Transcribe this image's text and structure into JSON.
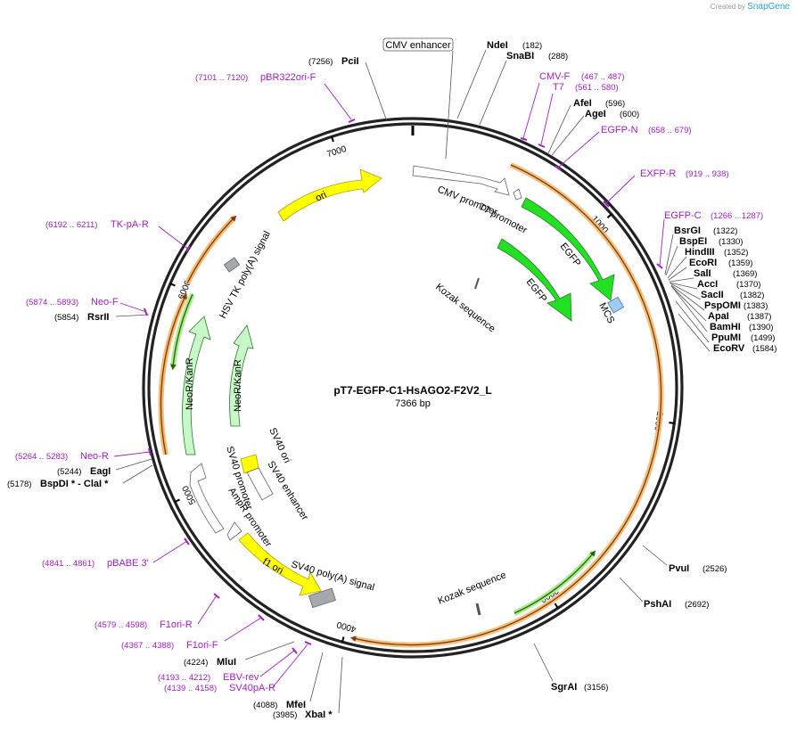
{
  "brand": {
    "prefix": "Created by",
    "name": "SnapGene"
  },
  "plasmid": {
    "name": "pT7-EGFP-C1-HsAGO2-F2V2_L",
    "size": "7366 bp"
  },
  "ticks": [
    "1000",
    "2000",
    "3000",
    "4000",
    "5000",
    "6000",
    "7000"
  ],
  "enzymes_top": [
    {
      "name": "PciI",
      "pos": "(7256)"
    },
    {
      "name": "NdeI",
      "pos": "(182)"
    },
    {
      "name": "SnaBI",
      "pos": "(288)"
    },
    {
      "name": "AfeI",
      "pos": "(596)"
    },
    {
      "name": "AgeI",
      "pos": "(600)"
    }
  ],
  "enzymes_right": [
    {
      "name": "BsrGI",
      "pos": "(1322)"
    },
    {
      "name": "BspEI",
      "pos": "(1330)"
    },
    {
      "name": "HindIII",
      "pos": "(1352)"
    },
    {
      "name": "EcoRI",
      "pos": "(1359)"
    },
    {
      "name": "SalI",
      "pos": "(1369)"
    },
    {
      "name": "AccI",
      "pos": "(1370)"
    },
    {
      "name": "SacII",
      "pos": "(1382)"
    },
    {
      "name": "PspOMI",
      "pos": "(1383)"
    },
    {
      "name": "ApaI",
      "pos": "(1387)"
    },
    {
      "name": "BamHI",
      "pos": "(1390)"
    },
    {
      "name": "PpuMI",
      "pos": "(1499)"
    },
    {
      "name": "EcoRV",
      "pos": "(1584)"
    }
  ],
  "enzymes_lower": [
    {
      "name": "PvuI",
      "pos": "(2526)"
    },
    {
      "name": "PshAI",
      "pos": "(2692)"
    },
    {
      "name": "SgrAI",
      "pos": "(3156)"
    },
    {
      "name": "MluI",
      "pos": "(4224)"
    },
    {
      "name": "MfeI",
      "pos": "(4088)"
    },
    {
      "name": "XbaI *",
      "pos": "(3985)"
    }
  ],
  "enzymes_left": [
    {
      "name": "RsrII",
      "pos": "(5854)"
    },
    {
      "name": "EagI",
      "pos": "(5244)"
    },
    {
      "name": "BspDI * - ClaI *",
      "pos": "(5178)"
    }
  ],
  "primers": [
    {
      "name": "pBR322ori-F",
      "pos": "(7101 .. 7120)"
    },
    {
      "name": "CMV-F",
      "pos": "(467 .. 487)"
    },
    {
      "name": "T7",
      "pos": "(561 .. 580)"
    },
    {
      "name": "EGFP-N",
      "pos": "(658 .. 679)"
    },
    {
      "name": "EXFP-R",
      "pos": "(919 .. 938)"
    },
    {
      "name": "EGFP-C",
      "pos": "(1266 .. 1287)"
    },
    {
      "name": "TK-pA-R",
      "pos": "(6192 .. 6211)"
    },
    {
      "name": "Neo-F",
      "pos": "(5874 .. 5893)"
    },
    {
      "name": "Neo-R",
      "pos": "(5264 .. 5283)"
    },
    {
      "name": "pBABE 3'",
      "pos": "(4841 .. 4861)"
    },
    {
      "name": "F1ori-R",
      "pos": "(4579 .. 4598)"
    },
    {
      "name": "F1ori-F",
      "pos": "(4367 .. 4388)"
    },
    {
      "name": "EBV-rev",
      "pos": "(4193 .. 4212)"
    },
    {
      "name": "SV40pA-R",
      "pos": "(4139 .. 4158)"
    }
  ],
  "features": {
    "cmv_enhancer": "CMV enhancer",
    "cmv_promoter": "CMV promoter",
    "t7_promoter": "T7 promoter",
    "egfp_outer": "EGFP",
    "egfp_inner": "EGFP",
    "mcs": "MCS",
    "kozak_1": "Kozak sequence",
    "kozak_2": "Kozak sequence",
    "ori": "ori",
    "hsv_tk": "HSV TK poly(A) signal",
    "neo_outer": "NeoR/KanR",
    "neo_inner": "NeoR/KanR",
    "sv40_ori": "SV40 ori",
    "sv40_enhancer": "SV40 enhancer",
    "sv40_promoter": "SV40 promoter",
    "ampr_promoter": "AmpR promoter",
    "f1_ori": "f1 ori",
    "sv40_polya": "SV40 poly(A) signal"
  },
  "colors": {
    "backbone": "#222222",
    "orf": "#f4b870",
    "orf_arrow": "#7a3c00",
    "egfp": "#22e022",
    "ori": "#ffff00",
    "neo": "#c8f8c8",
    "promoter": "#ffffff",
    "polya": "#a6a9ac",
    "mcs": "#9ecbf0",
    "primer": "#a020c0"
  }
}
